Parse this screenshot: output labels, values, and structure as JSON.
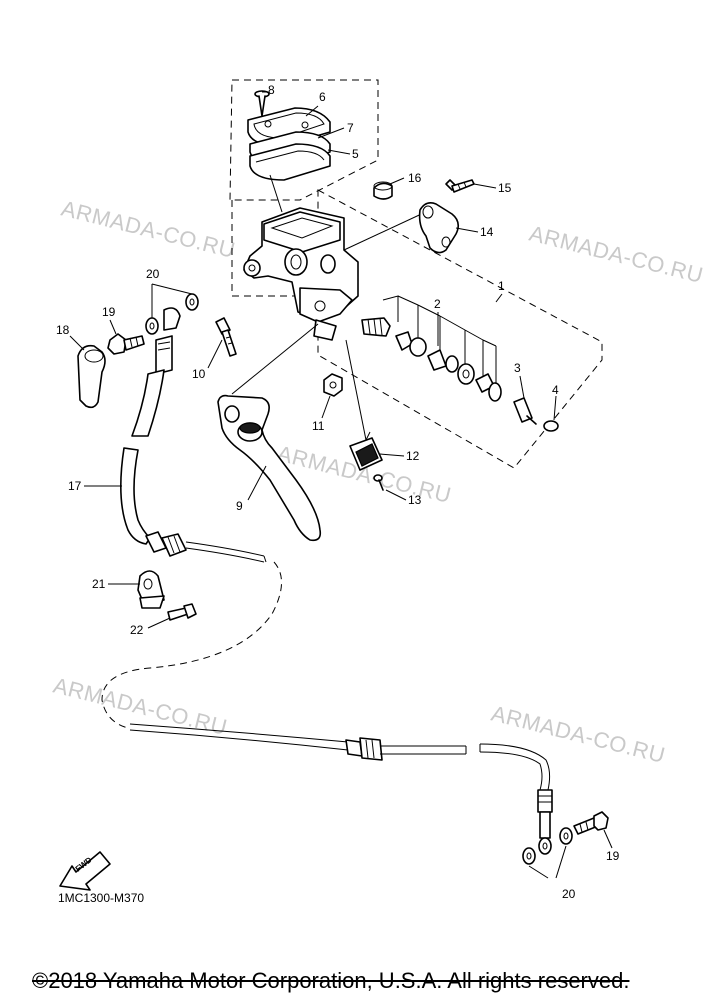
{
  "diagram_code": "1MC1300-M370",
  "copyright": "©2018 Yamaha Motor Corporation, U.S.A. All rights reserved.",
  "watermark_text": "ARMADA-CO.RU",
  "fwd_icon_text": "FWD",
  "callouts": {
    "c1": "1",
    "c2": "2",
    "c3": "3",
    "c4": "4",
    "c5": "5",
    "c6": "6",
    "c7": "7",
    "c8": "8",
    "c9": "9",
    "c10": "10",
    "c11": "11",
    "c12": "12",
    "c13": "13",
    "c14": "14",
    "c15": "15",
    "c16": "16",
    "c17": "17",
    "c18": "18",
    "c19a": "19",
    "c19b": "19",
    "c20a": "20",
    "c20b": "20",
    "c21": "21",
    "c22": "22"
  },
  "colors": {
    "ink": "#000000",
    "watermark": "#c9c9c9",
    "background": "#ffffff"
  }
}
